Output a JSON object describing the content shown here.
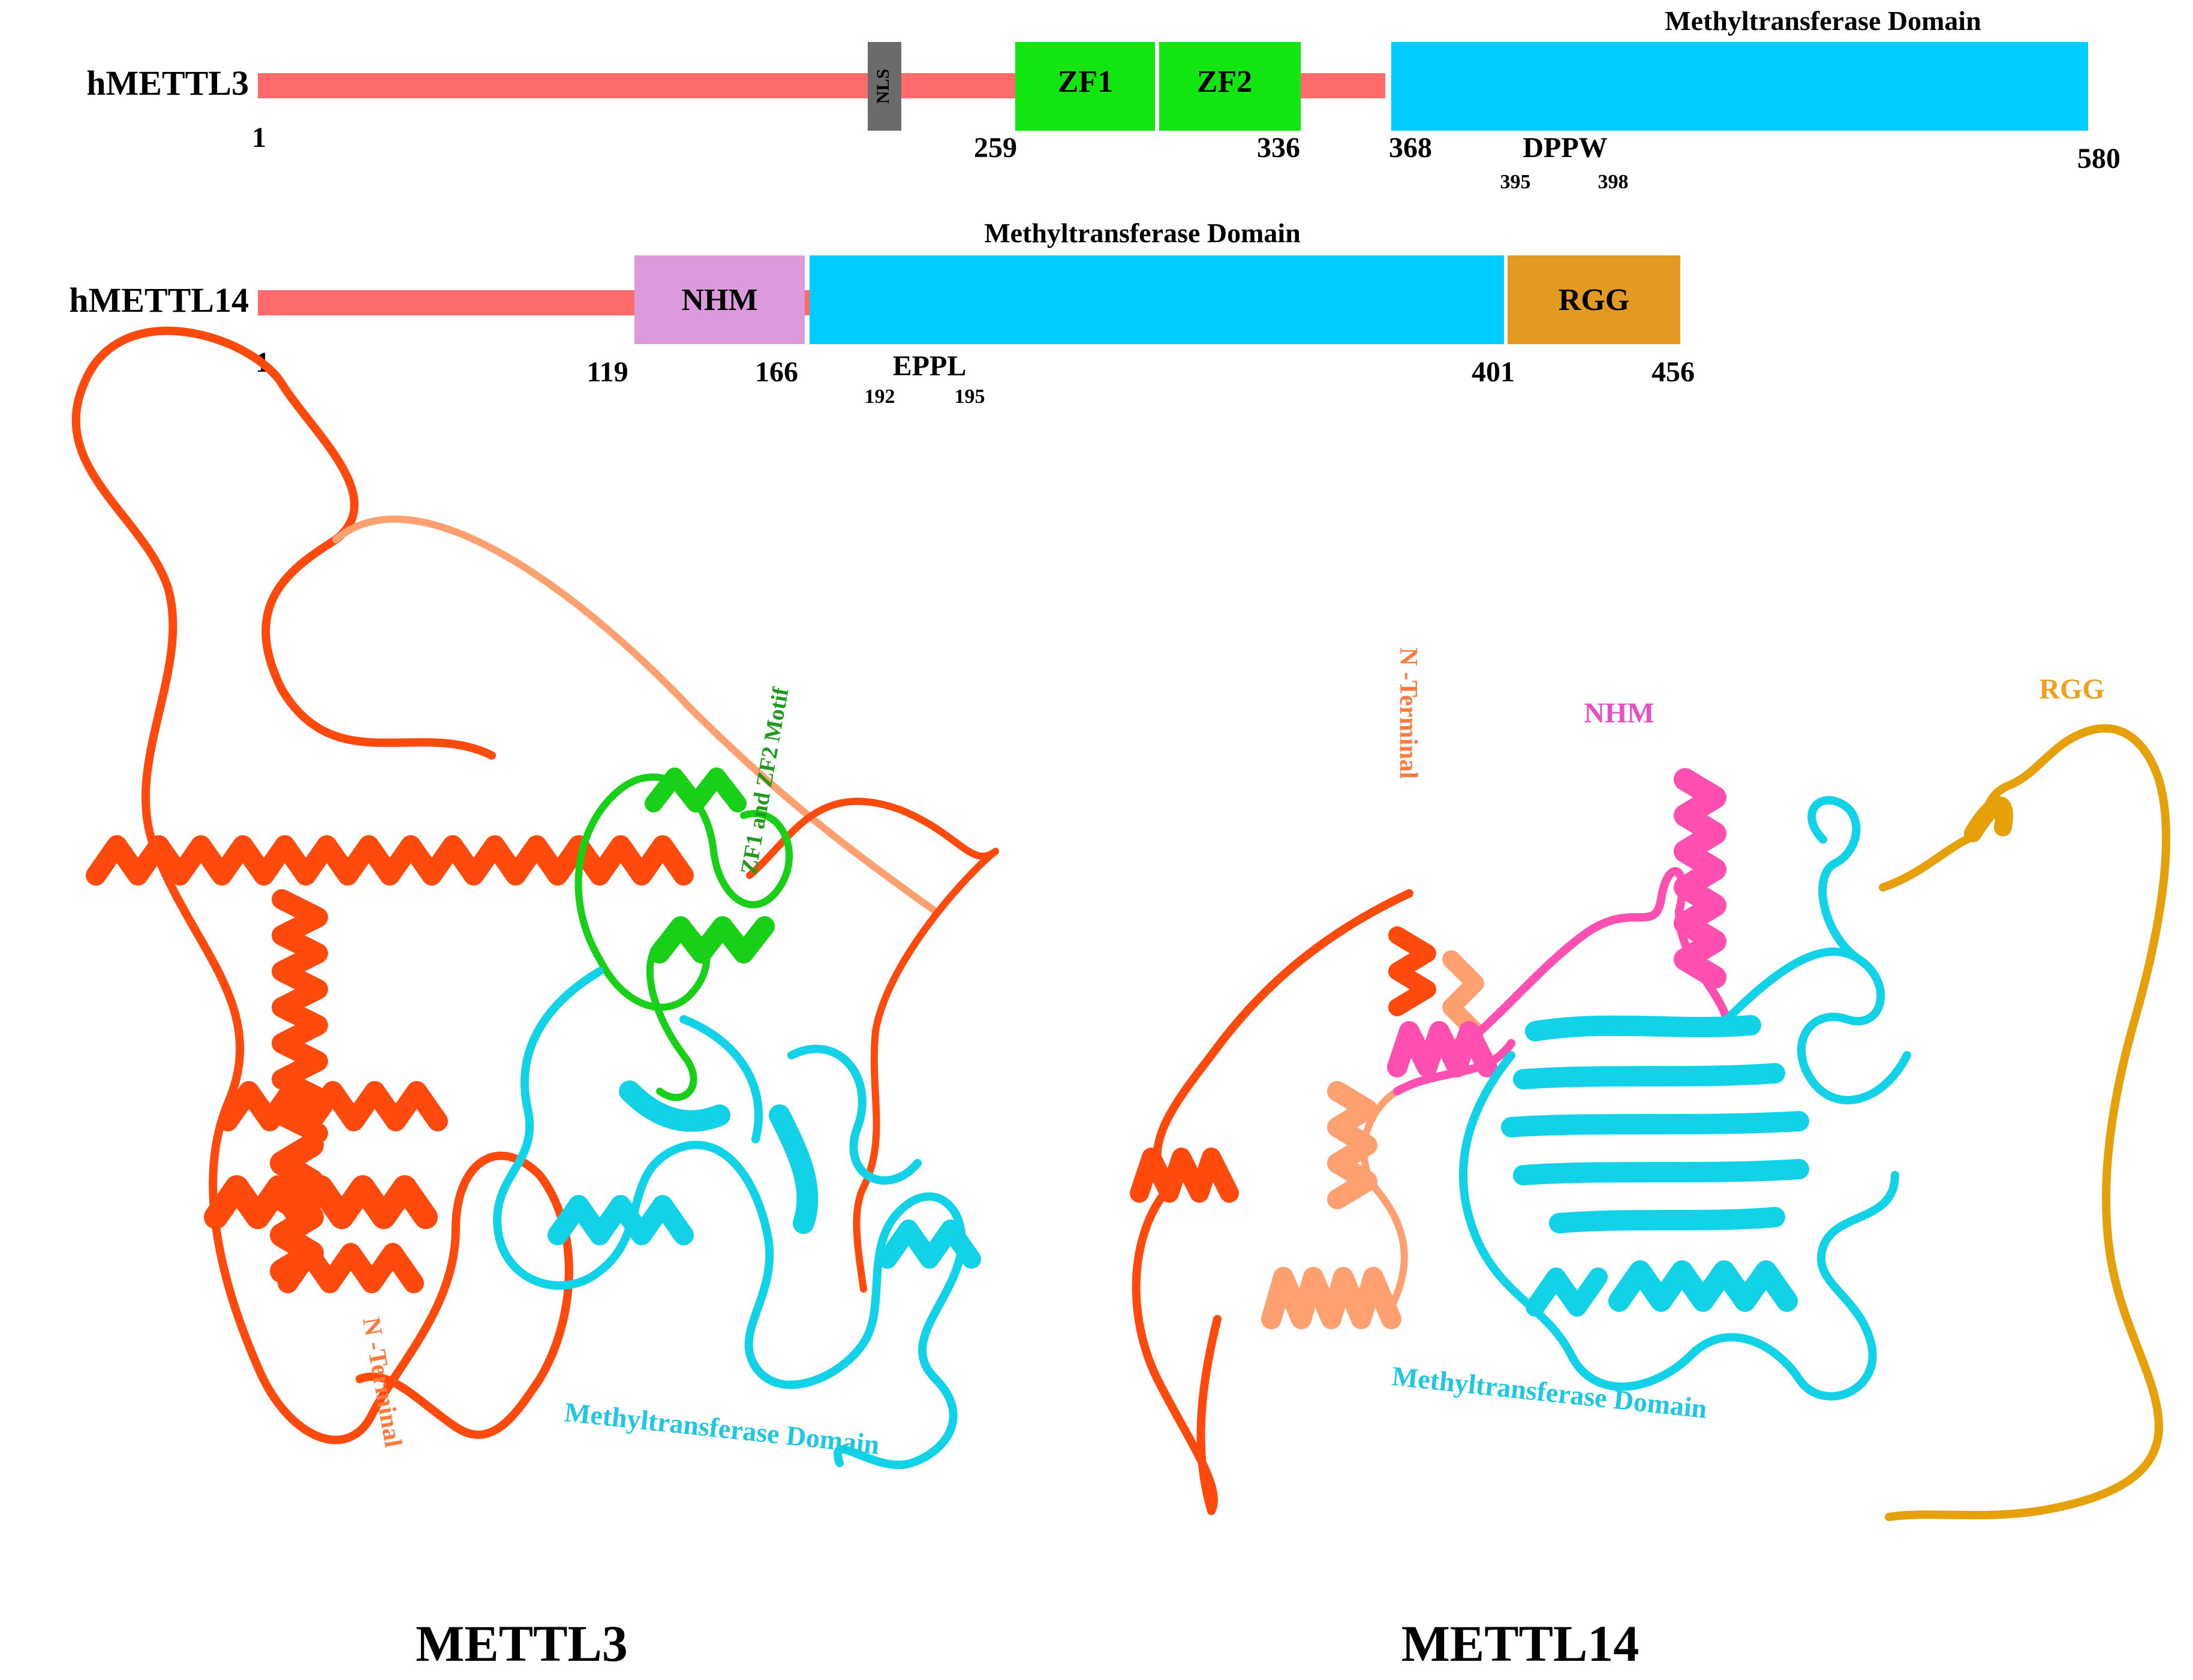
{
  "colors": {
    "backbone": "#FF6B6B",
    "nls": "#6B6B6B",
    "zf": "#11E611",
    "mtase": "#00CCFF",
    "nhm": "#DD99DD",
    "rgg": "#E39A22",
    "struct_nterm": "#FF4A0E",
    "struct_nterm_light": "#FFA070",
    "struct_zf": "#17D017",
    "struct_mtase": "#12D2E8",
    "struct_nhm": "#FF4FB0",
    "struct_rgg": "#E6A10A",
    "label_nterm": "#FF7A3C",
    "label_zf": "#1F9A1F",
    "label_mtase": "#1FC8E0",
    "label_nhm": "#E84EC4",
    "label_rgg": "#F0A020"
  },
  "domain_maps": {
    "mettl3": {
      "name": "hMETTL3",
      "start_label": "1",
      "nls_label": "NLS",
      "zf1_label": "ZF1",
      "zf2_label": "ZF2",
      "domain_title": "Methyltransferase Domain",
      "pos_259": "259",
      "pos_336": "336",
      "pos_368": "368",
      "pos_580": "580",
      "motif": "DPPW",
      "motif_start": "395",
      "motif_end": "398"
    },
    "mettl14": {
      "name": "hMETTL14",
      "start_label": "1",
      "nhm_label": "NHM",
      "rgg_label": "RGG",
      "domain_title": "Methyltransferase Domain",
      "pos_119": "119",
      "pos_166": "166",
      "pos_401": "401",
      "pos_456": "456",
      "motif": "EPPL",
      "motif_start": "192",
      "motif_end": "195"
    }
  },
  "structures": {
    "mettl3": {
      "title": "METTL3",
      "zf_label": "ZF1 and ZF2 Motif",
      "nterm_label": "N -Terminal",
      "mtase_label": "Methyltransferase Domain"
    },
    "mettl14": {
      "title": "METTL14",
      "nterm_label": "N -Terminal",
      "nhm_label": "NHM",
      "rgg_label": "RGG",
      "mtase_label": "Methyltransferase Domain"
    }
  }
}
